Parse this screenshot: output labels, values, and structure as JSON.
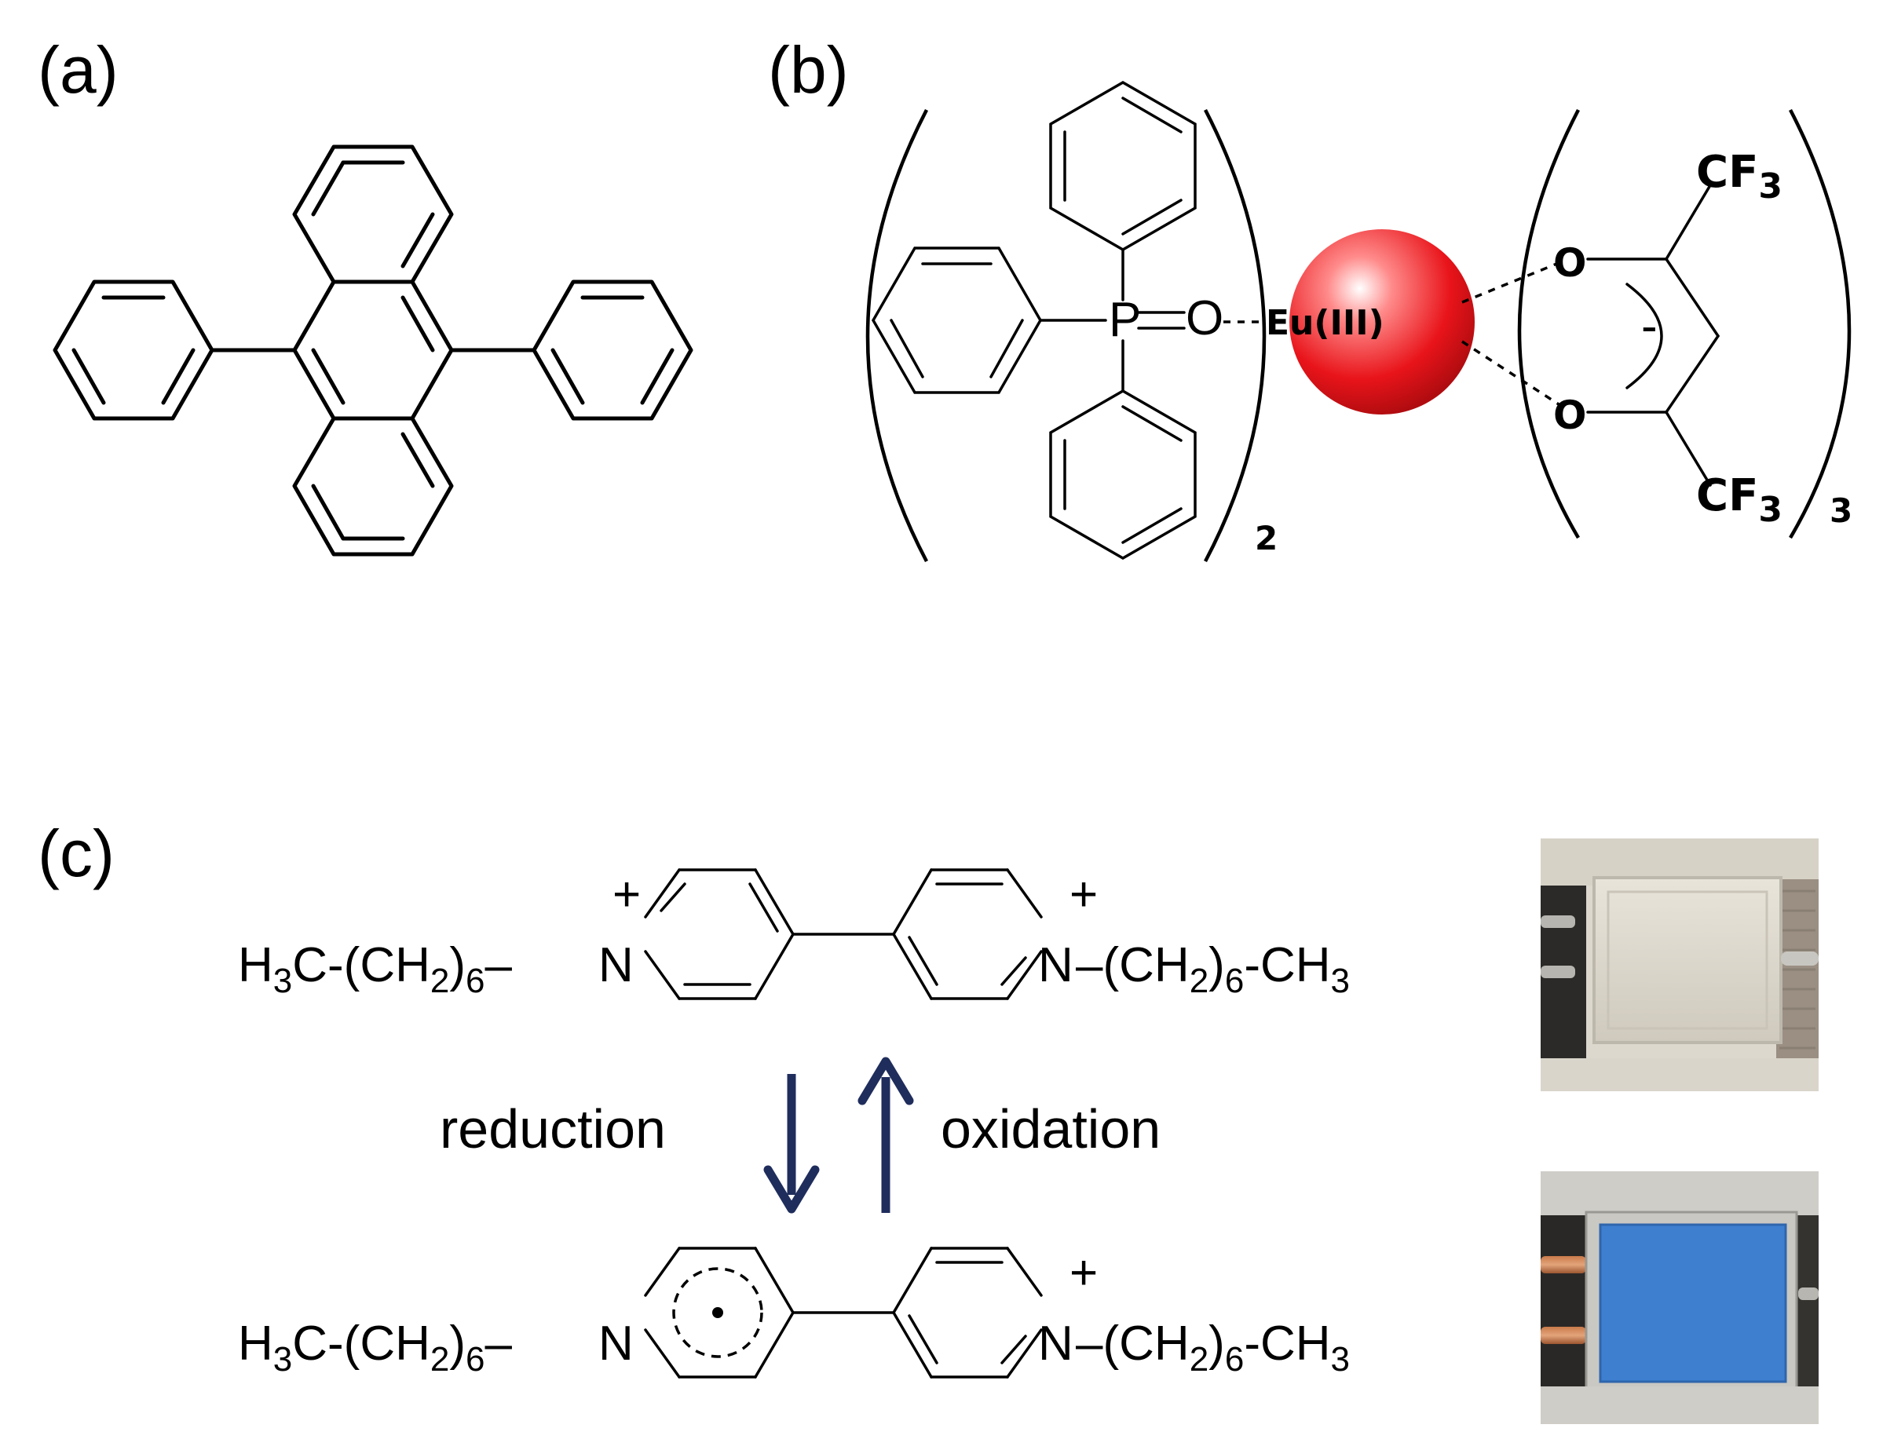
{
  "panels": {
    "a": {
      "label": "(a)"
    },
    "b": {
      "label": "(b)",
      "metal": "Eu(III)",
      "phosphorus": "P",
      "oxygen_po": "O",
      "oxygen_top": "O",
      "oxygen_bottom": "O",
      "cf3_top": "CF",
      "cf3_top_sub": "3",
      "cf3_bottom": "CF",
      "cf3_bottom_sub": "3",
      "charge": "-",
      "count_left": "2",
      "count_right": "3"
    },
    "c": {
      "label": "(c)",
      "top": {
        "left_group": "H",
        "left_sub1": "3",
        "left_mid": "C-(CH",
        "left_sub2": "2",
        "left_close": ")",
        "left_sub3": "6",
        "left_bond": "–",
        "n_left": "N",
        "n_left_charge": "+",
        "n_right": "N",
        "n_right_charge": "+",
        "right_bond": "–",
        "right_group": "(CH",
        "right_sub1": "2",
        "right_close": ")",
        "right_sub2": "6",
        "right_end": "-CH",
        "right_sub3": "3"
      },
      "bottom": {
        "left_group": "H",
        "left_sub1": "3",
        "left_mid": "C-(CH",
        "left_sub2": "2",
        "left_close": ")",
        "left_sub3": "6",
        "left_bond": "–",
        "n_left": "N",
        "n_right": "N",
        "n_right_charge": "+",
        "right_bond": "–",
        "right_group": "(CH",
        "right_sub1": "2",
        "right_close": ")",
        "right_sub2": "6",
        "right_end": "-CH",
        "right_sub3": "3"
      },
      "reduction_label": "reduction",
      "oxidation_label": "oxidation"
    }
  },
  "colors": {
    "eu_sphere": "#e8141a",
    "arrow": "#1f2d5c",
    "device_colored": "#3e7fd0",
    "device_clear": "#dcd8cc"
  }
}
